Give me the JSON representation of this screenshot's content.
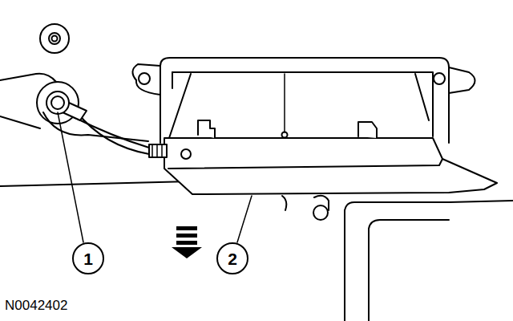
{
  "diagram": {
    "labels": [
      "1",
      "2",
      "N0042402"
    ]
  }
}
